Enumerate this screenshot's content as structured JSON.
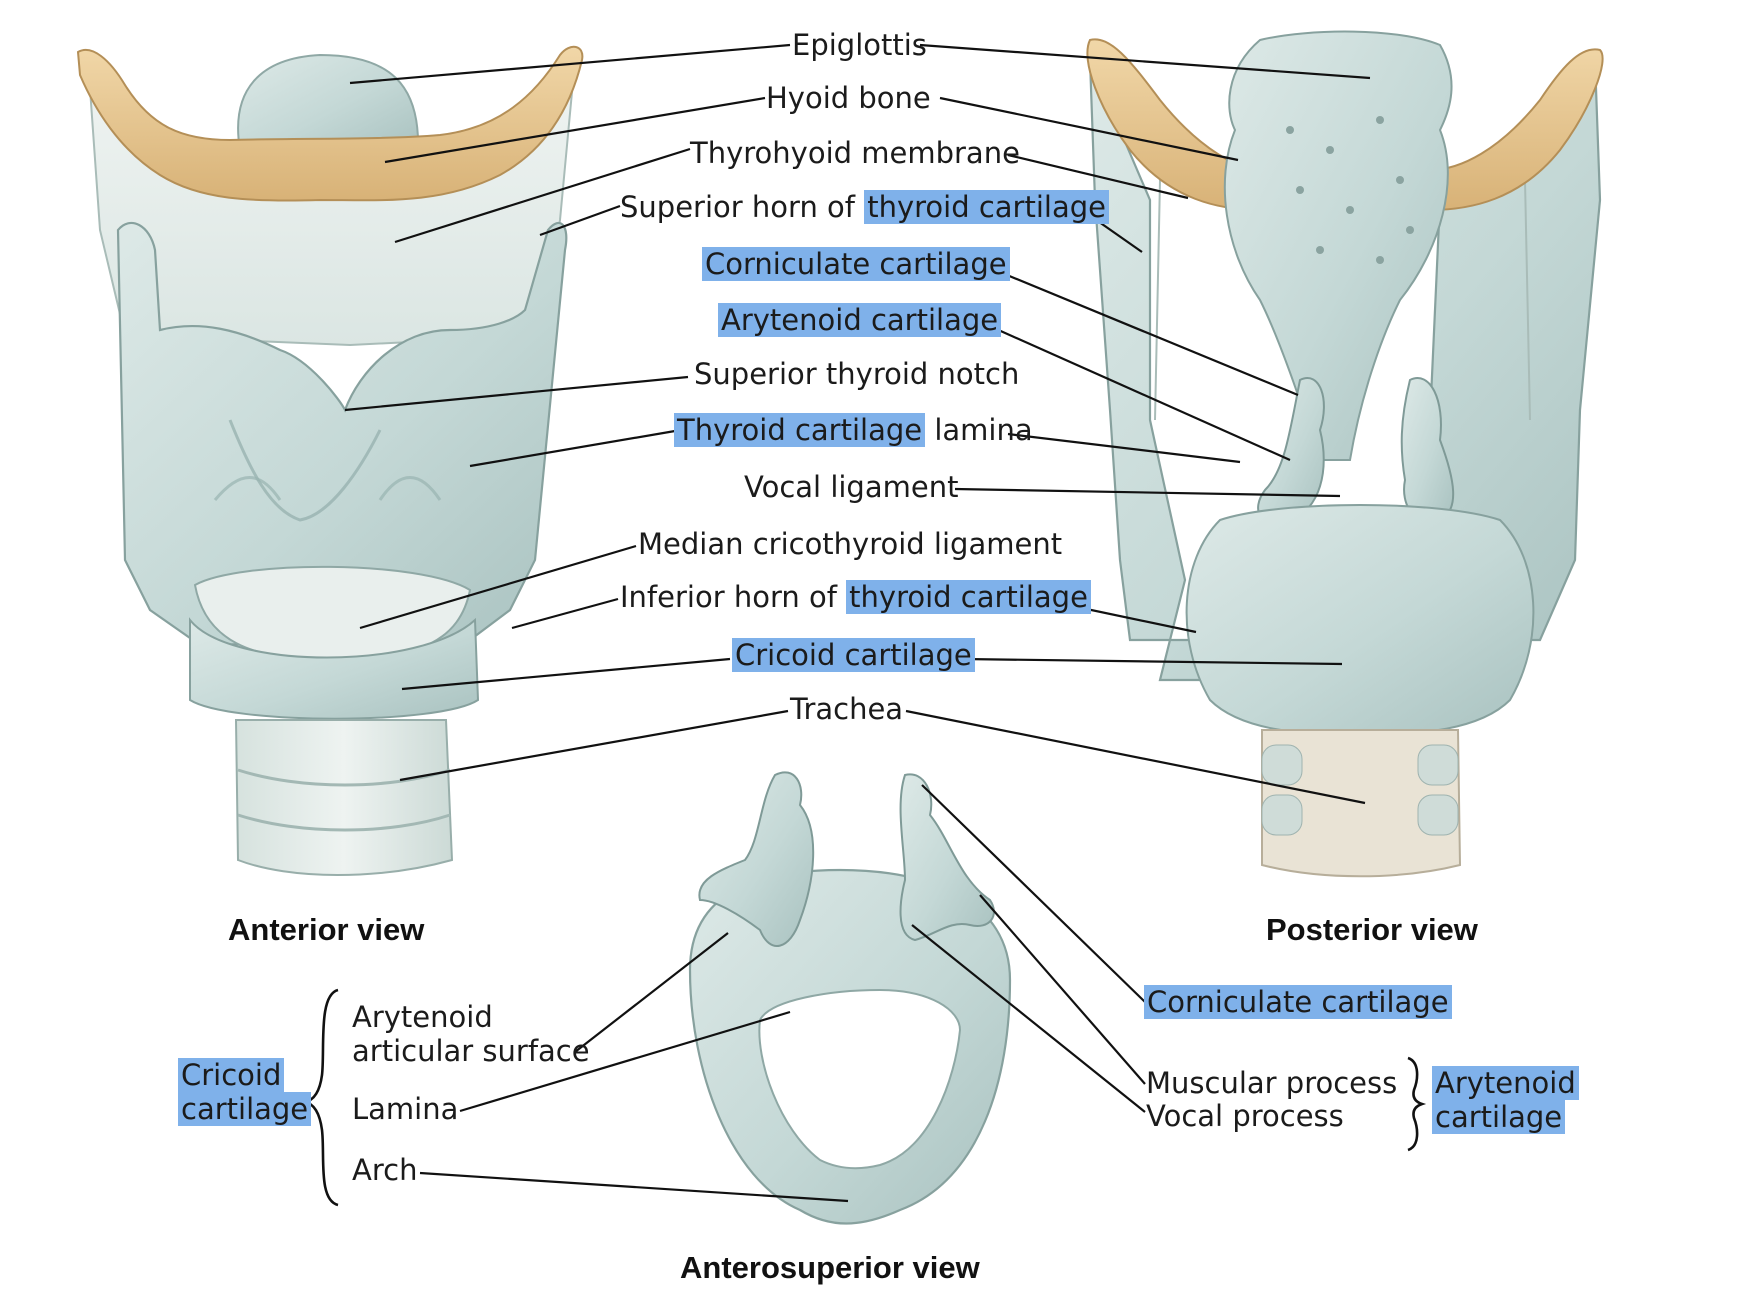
{
  "views": {
    "anterior": "Anterior view",
    "posterior": "Posterior view",
    "anterosuperior": "Anterosuperior view"
  },
  "labels": {
    "epiglottis": "Epiglottis",
    "hyoid_bone": "Hyoid bone",
    "thyrohyoid_membrane": "Thyrohyoid membrane",
    "superior_horn_prefix": "Superior horn of ",
    "superior_horn_hl": "thyroid cartilage",
    "corniculate": "Corniculate cartilage",
    "arytenoid": "Arytenoid cartilage",
    "superior_thyroid_notch": "Superior thyroid notch",
    "thyroid_lamina_hl": "Thyroid cartilage",
    "thyroid_lamina_suffix": " lamina",
    "vocal_ligament": "Vocal ligament",
    "median_cricothyroid": "Median cricothyroid ligament",
    "inferior_horn_prefix": "Inferior horn of ",
    "inferior_horn_hl": "thyroid cartilage",
    "cricoid": "Cricoid cartilage",
    "trachea": "Trachea"
  },
  "bottom_left": {
    "group_line1": "Cricoid",
    "group_line2": "cartilage",
    "arytenoid_surface_line1": "Arytenoid",
    "arytenoid_surface_line2": "articular surface",
    "lamina": "Lamina",
    "arch": "Arch"
  },
  "bottom_right": {
    "corniculate": "Corniculate cartilage",
    "muscular_process": "Muscular process",
    "vocal_process": "Vocal process",
    "group_line1": "Arytenoid",
    "group_line2": "cartilage"
  },
  "colors": {
    "highlight": "#7fb1ea",
    "cartilage": "#c9dcda",
    "cartilage_shadow": "#9fb9b7",
    "bone": "#e7c58e",
    "membrane": "#e3ebe8",
    "trachea_rings": "#dfe8e4"
  }
}
